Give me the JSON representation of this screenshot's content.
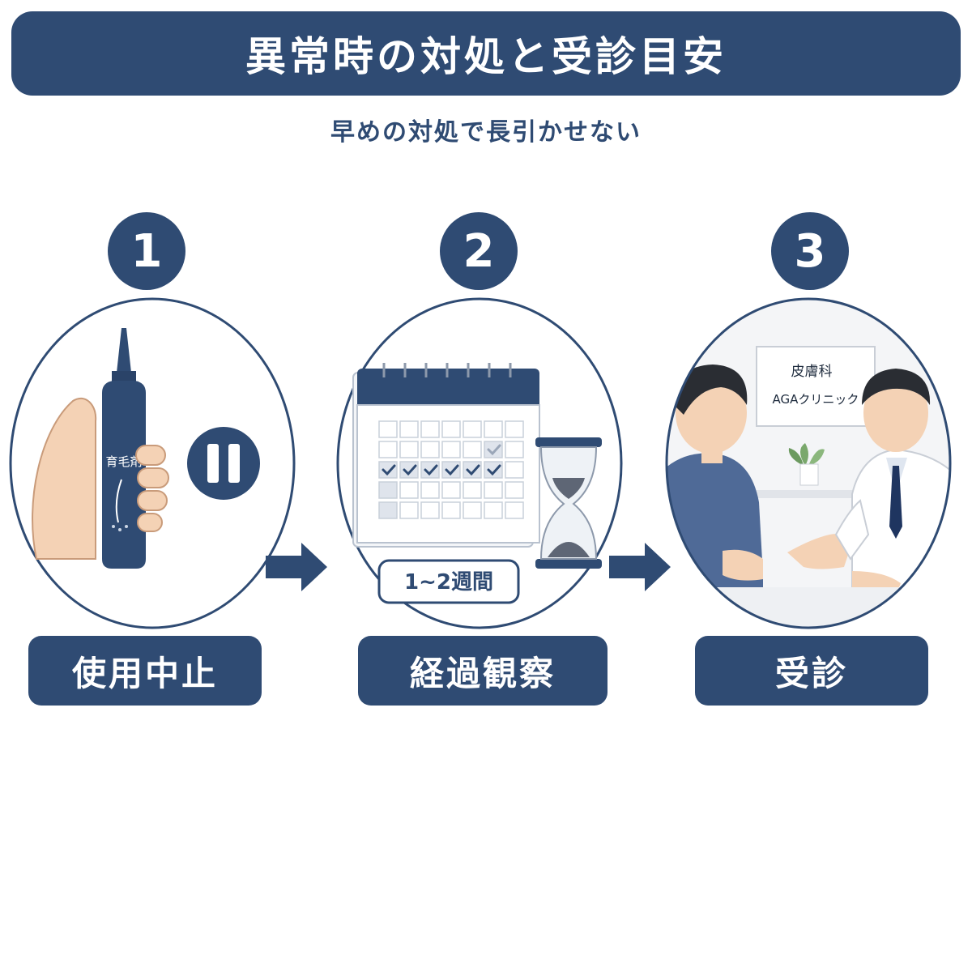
{
  "title": "異常時の対処と受診目安",
  "subtitle": "早めの対処で長引かせない",
  "steps": [
    {
      "number": "1",
      "label": "使用中止",
      "bottle_text": "育毛剤"
    },
    {
      "number": "2",
      "label": "経過観察",
      "period_badge": "1~2週間"
    },
    {
      "number": "3",
      "label": "受診",
      "sign_line1": "皮膚科",
      "sign_line2": "AGAクリニック"
    }
  ],
  "colors": {
    "navy": "#2f4b73",
    "background": "#ffffff",
    "skin": "#f4d2b5"
  }
}
